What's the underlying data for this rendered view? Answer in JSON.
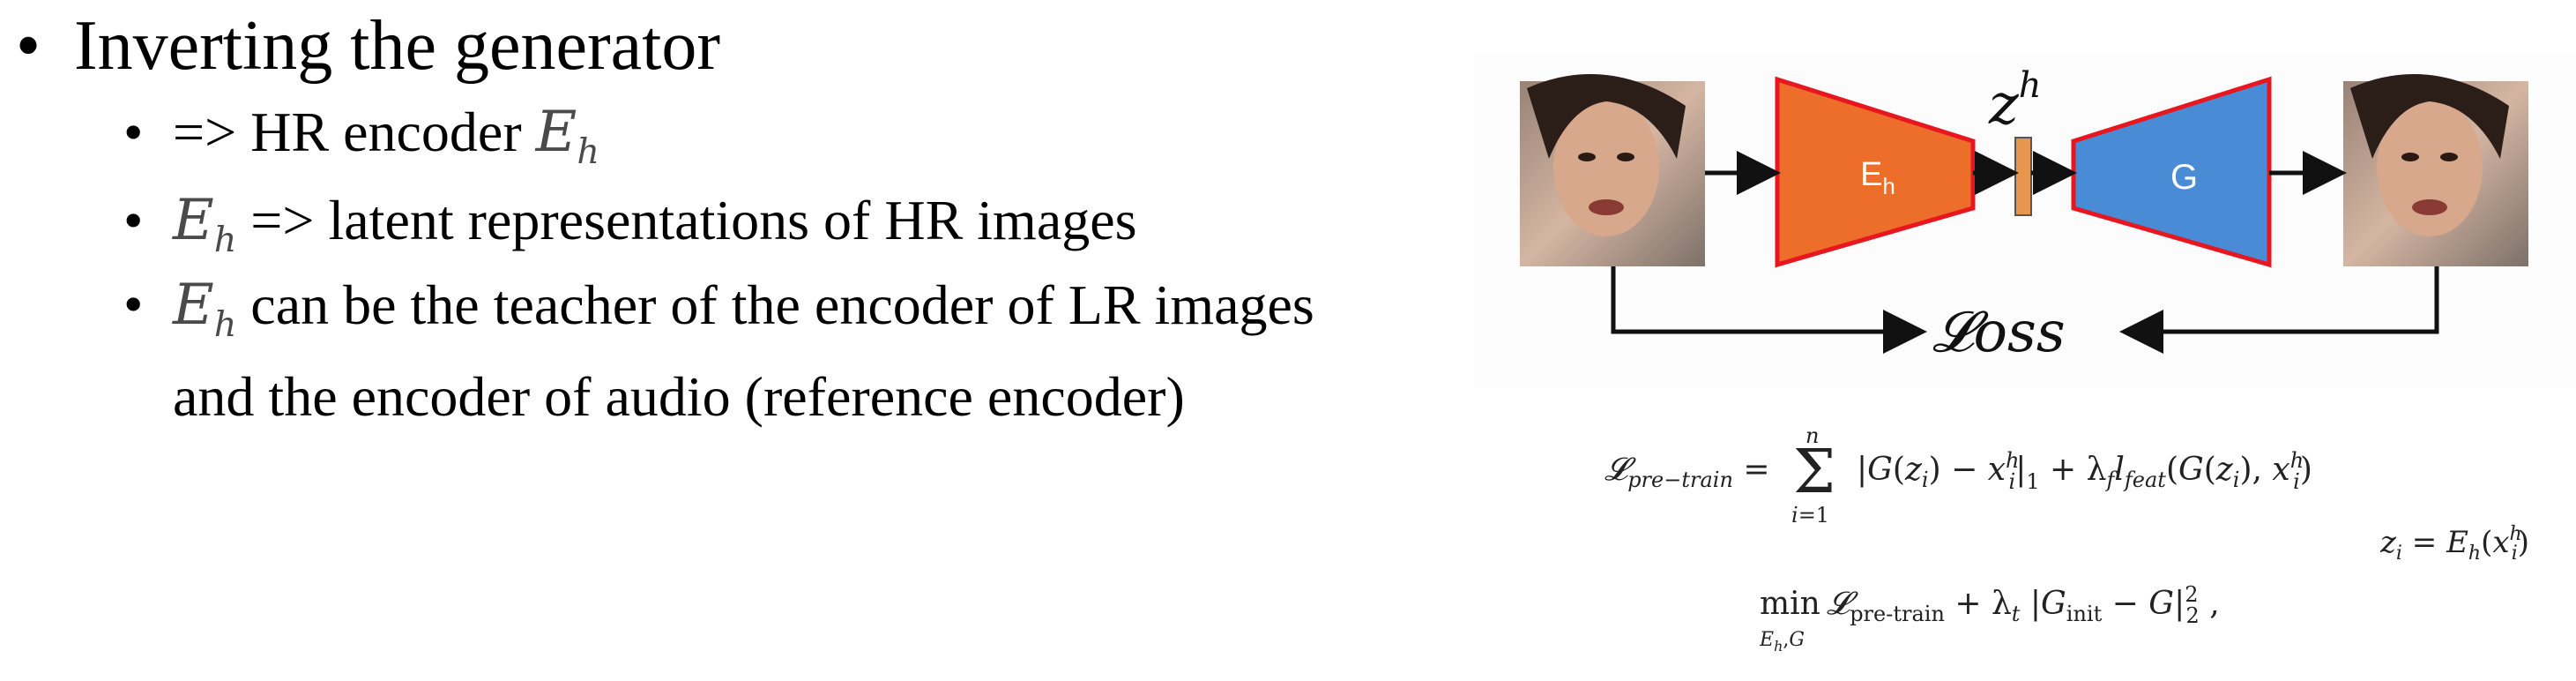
{
  "slide": {
    "main_bullet": "Inverting the generator",
    "bullet_glyph": "•",
    "sub_bullets": [
      {
        "prefix": "=> HR encoder ",
        "math_sym": "E",
        "math_sub": "h",
        "suffix": ""
      },
      {
        "prefix": "",
        "math_sym": "E",
        "math_sub": "h",
        "suffix": " => latent representations of HR images"
      },
      {
        "prefix": "",
        "math_sym": "E",
        "math_sub": "h",
        "suffix": " can be the teacher of the encoder of LR images and the encoder of audio (reference encoder)"
      }
    ]
  },
  "figure": {
    "encoder_label": "E",
    "encoder_label_sub": "h",
    "latent_label": "z",
    "latent_label_sup": "h",
    "generator_label": "G",
    "loss_label": "𝓛oss",
    "colors": {
      "encoder_fill": "#ed6d2b",
      "generator_fill": "#4a8bd6",
      "block_border": "#e8161e",
      "latent_fill": "#e8964e",
      "arrow": "#111111"
    },
    "images": [
      "input-face-photo",
      "reconstructed-face-photo"
    ]
  },
  "formulas": {
    "pretrain_loss": "𝓛pre−train = Σ_{i=1}^{n} |G(z_i) − x_i^h|_1 + λ_f l_feat(G(z_i), x_i^h)",
    "latent_def": "z_i = E_h(x_i^h)",
    "objective": "min_{E_h,G} 𝓛pre-train + λ_t |G_init − G|_2^2 ,"
  }
}
